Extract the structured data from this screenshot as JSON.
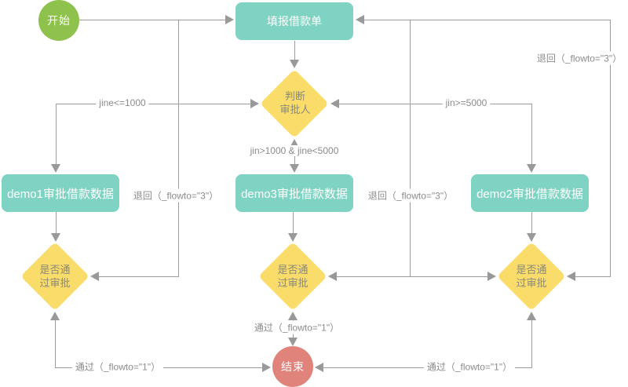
{
  "diagram": {
    "type": "workflow-flowchart",
    "nodes": {
      "start": {
        "label": "开始"
      },
      "form": {
        "label": "填报借款单"
      },
      "decision": {
        "line1": "判断",
        "line2": "审批人"
      },
      "demo1": {
        "label": "demo1审批借款数据"
      },
      "demo3": {
        "label": "demo3审批借款数据"
      },
      "demo2": {
        "label": "demo2审批借款数据"
      },
      "check1": {
        "line1": "是否通",
        "line2": "过审批"
      },
      "check2": {
        "line1": "是否通",
        "line2": "过审批"
      },
      "check3": {
        "line1": "是否通",
        "line2": "过审批"
      },
      "end": {
        "label": "结束"
      }
    },
    "edge_labels": {
      "cond_left": "jine<=1000",
      "cond_mid": "jin>1000 & jine<5000",
      "cond_right": "jin>=5000",
      "reject_left": "退回（_flowto=\"3\"）",
      "reject_mid": "退回（_flowto=\"3\"）",
      "reject_right": "退回（_flowto=\"3\"）",
      "pass_left": "通过（_flowto=\"1\"）",
      "pass_mid": "通过（_flowto=\"1\"）",
      "pass_right": "通过（_flowto=\"1\"）"
    },
    "colors": {
      "node_teal": "#7ed3c3",
      "node_green": "#8fc24c",
      "node_yellow": "#f9dc69",
      "node_coral": "#e0837b",
      "edge_gray": "#9b9b9b",
      "label_gray": "#8b8b8b"
    }
  }
}
